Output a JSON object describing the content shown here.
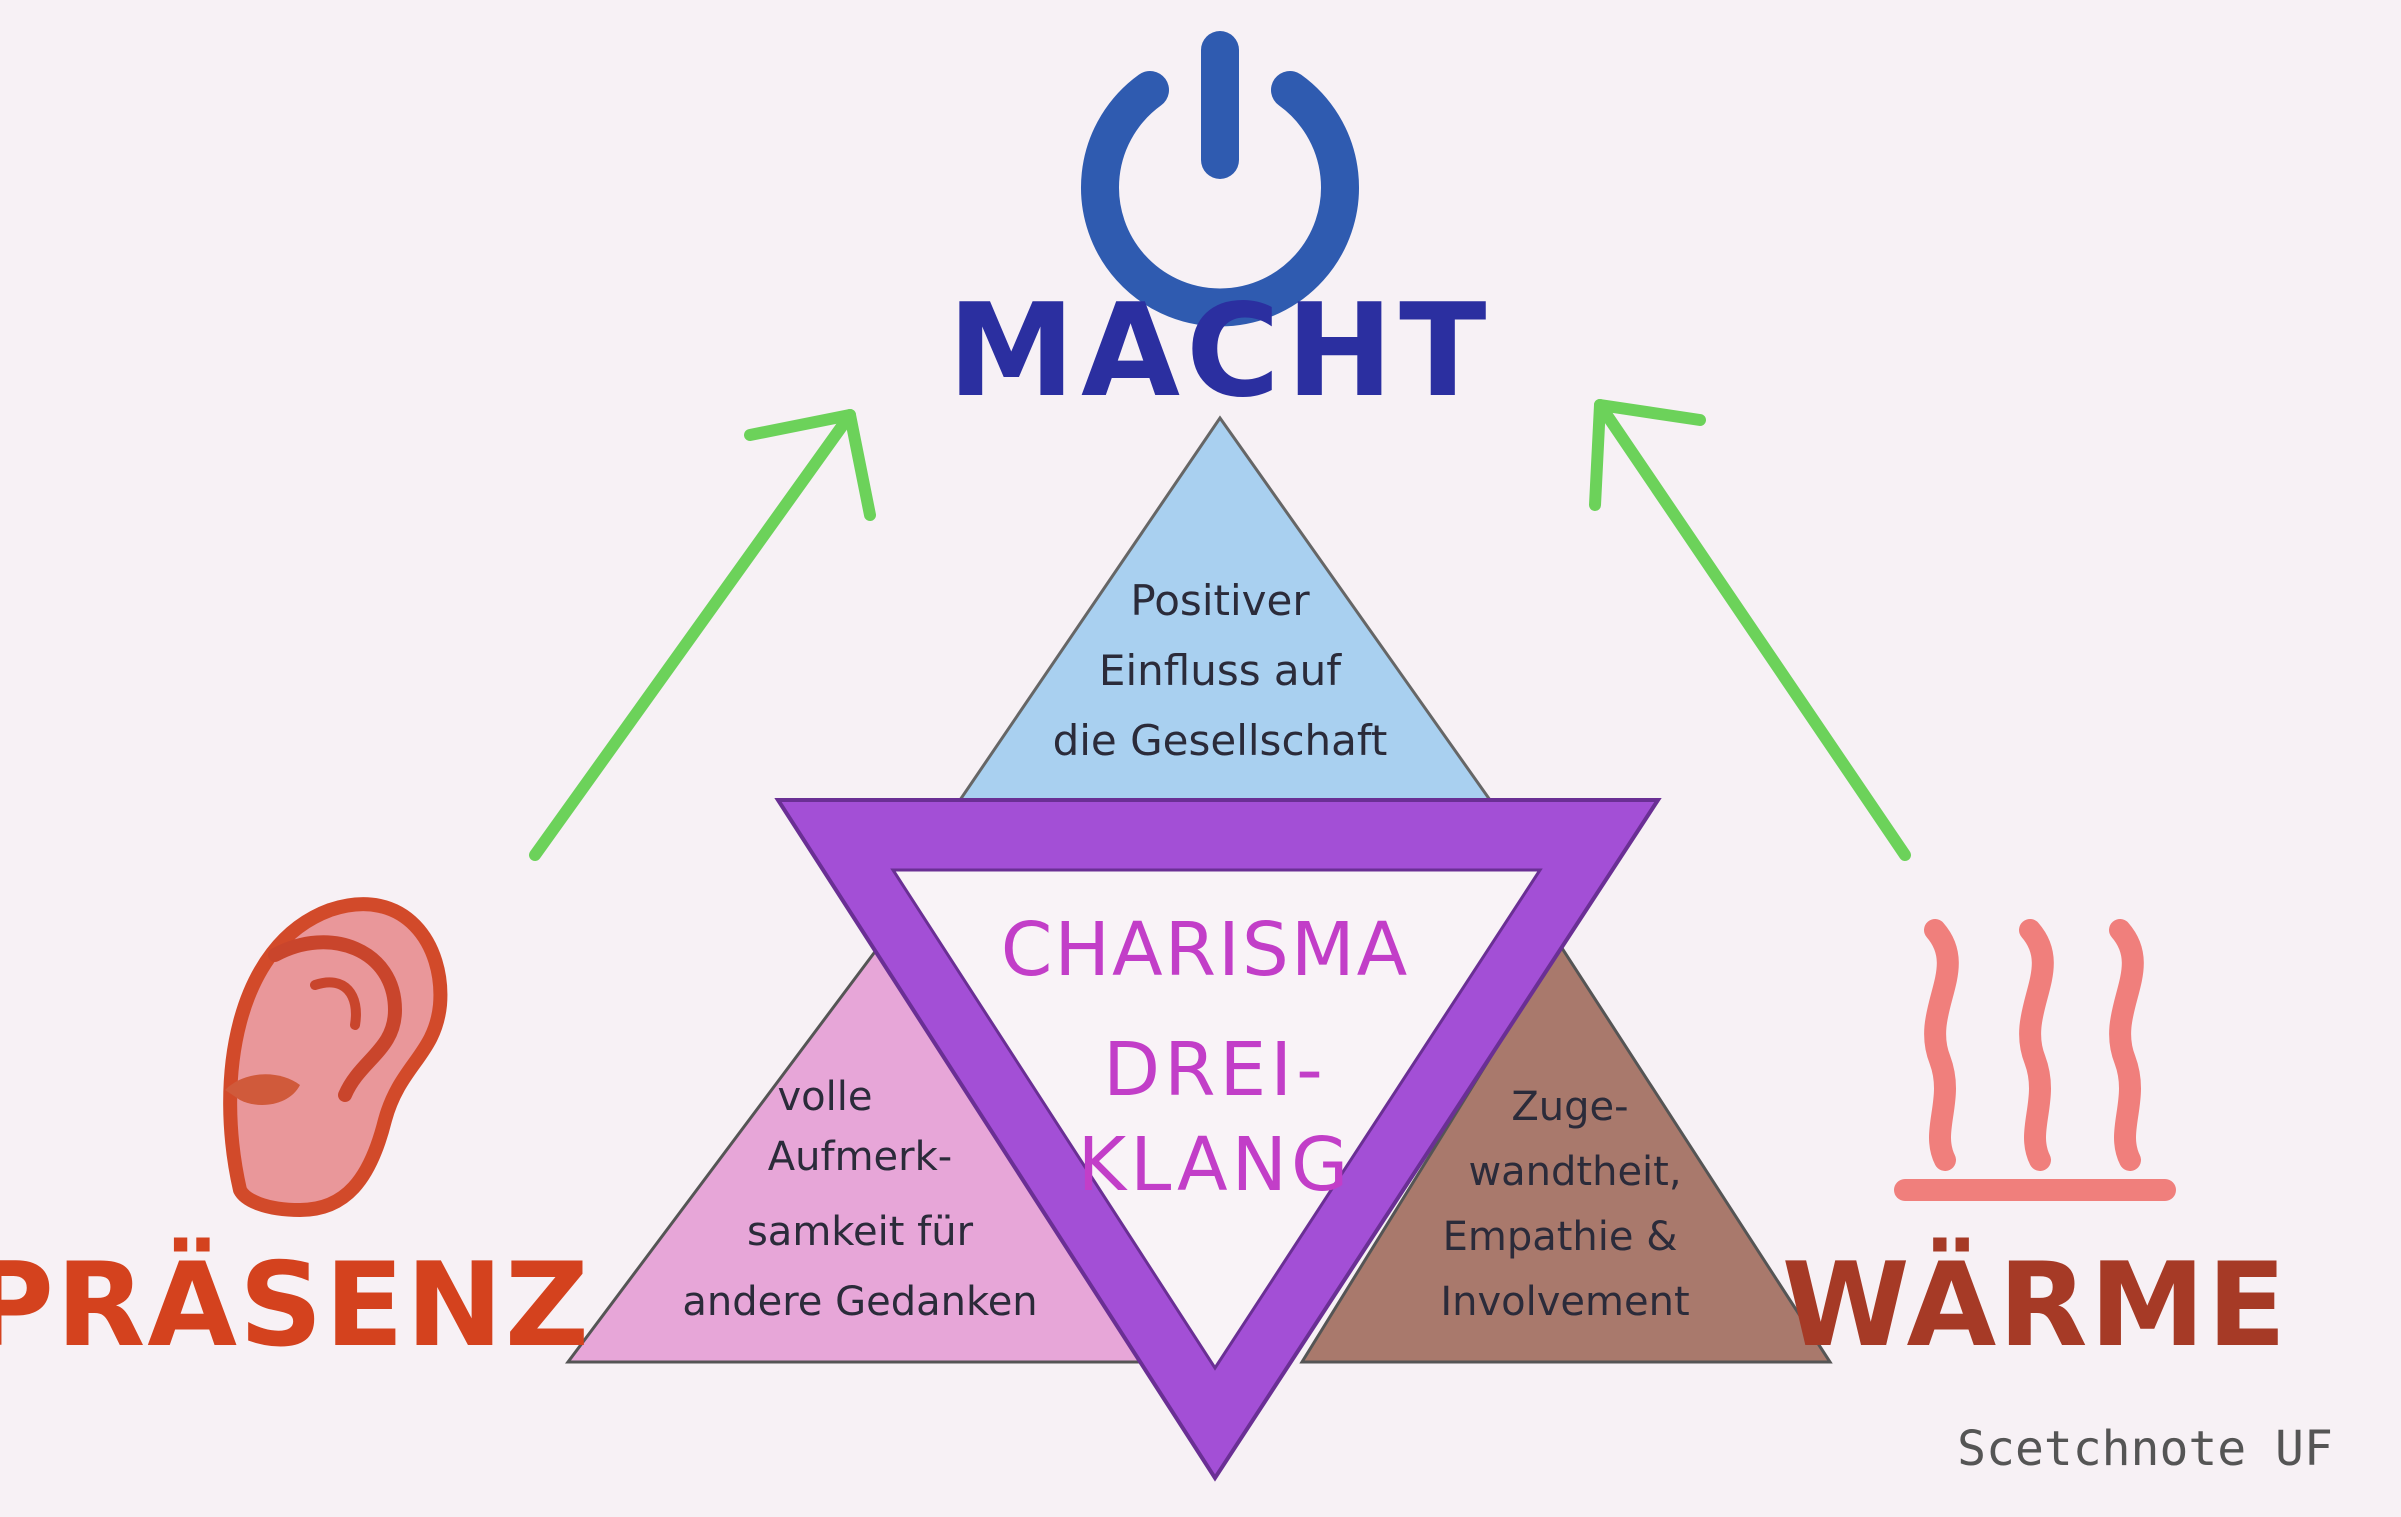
{
  "labels": {
    "top": "MACHT",
    "left": "PRÄSENZ",
    "right": "WÄRME",
    "center_line1": "CHARISMA",
    "center_line2": "DREI-",
    "center_line3": "KLANG",
    "signature": "Scetchnote UF"
  },
  "triangles": {
    "top": [
      "Positiver",
      "Einfluss auf",
      "die Gesellschaft"
    ],
    "left": [
      "volle",
      "Aufmerk-",
      "samkeit für",
      "andere Gedanken"
    ],
    "right": [
      "Zuge-",
      "wandtheit,",
      "Empathie &",
      "Involvement"
    ]
  },
  "icons": {
    "top": "power-icon",
    "left": "ear-icon",
    "right": "heat-icon"
  },
  "colors": {
    "macht": "#2b2fa0",
    "power_icon": "#2f5bb0",
    "praesenz": "#d4421e",
    "waerme": "#a63a26",
    "heat_waves": "#f07f7c",
    "arrow": "#6cd25a",
    "triangle_top": "#a9d0f0",
    "triangle_left": "#e7a6d8",
    "triangle_right": "#a9796c",
    "purple_frame": "#a34fd6",
    "charisma_text": "#c23ec8",
    "background": "#f7f1f5"
  }
}
